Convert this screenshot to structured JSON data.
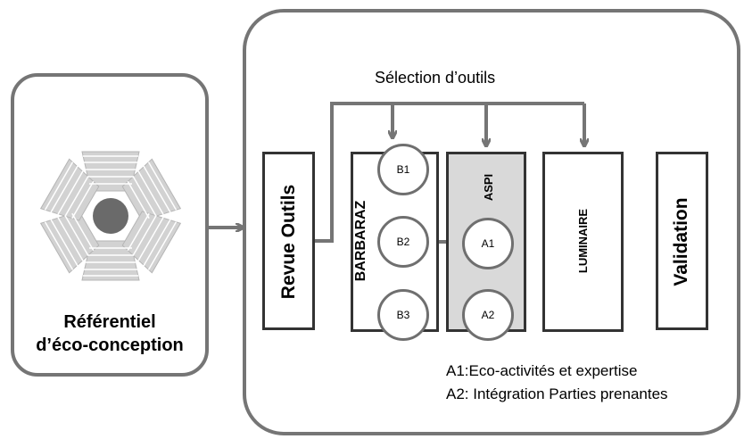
{
  "left_panel": {
    "title_line1": "Référentiel",
    "title_line2": "d’éco-conception"
  },
  "diagram": {
    "selection_label": "Sélection d’outils",
    "stages": {
      "revue": "Revue Outils",
      "barbaraz": "BARBARAZ",
      "aspi": "ASPI",
      "luminaire": "LUMINAIRE",
      "validation": "Validation"
    },
    "nodes": {
      "b1": "B1",
      "b2": "B2",
      "b3": "B3",
      "a1": "A1",
      "a2": "A2"
    },
    "legend": {
      "a1": "A1:Eco-activités et expertise",
      "a2": "A2: Intégration Parties prenantes"
    }
  },
  "colors": {
    "border_gray": "#757575",
    "aspi_fill": "#d9d9d9",
    "logo_center": "#6a6a6a",
    "logo_petal": "#d4d4d4"
  }
}
